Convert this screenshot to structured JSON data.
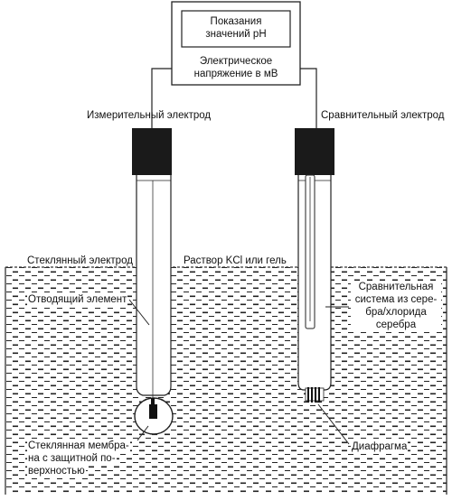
{
  "meter": {
    "display_line1": "Показания",
    "display_line2": "значений рН",
    "voltage_line1": "Электрическое",
    "voltage_line2": "напряжение в мВ"
  },
  "labels": {
    "measuring_electrode": "Измерительный электрод",
    "reference_electrode": "Сравнительный электрод",
    "glass_electrode": "Стеклянный электрод",
    "kcl_solution": "Раствор KCl или гель",
    "lead_element": "Отводящий элемент",
    "reference_system_line1": "Сравнительная",
    "reference_system_line2": "система из сере-",
    "reference_system_line3": "бра/хлорида",
    "reference_system_line4": "серебра",
    "glass_membrane_line1": "Стеклянная мембра-",
    "glass_membrane_line2": "на с защитной по-",
    "glass_membrane_line3": "верхностью",
    "diaphragm": "Диафрагма"
  },
  "colors": {
    "ink": "#111111",
    "electrode_cap": "#1a1a1a",
    "background": "#ffffff"
  }
}
